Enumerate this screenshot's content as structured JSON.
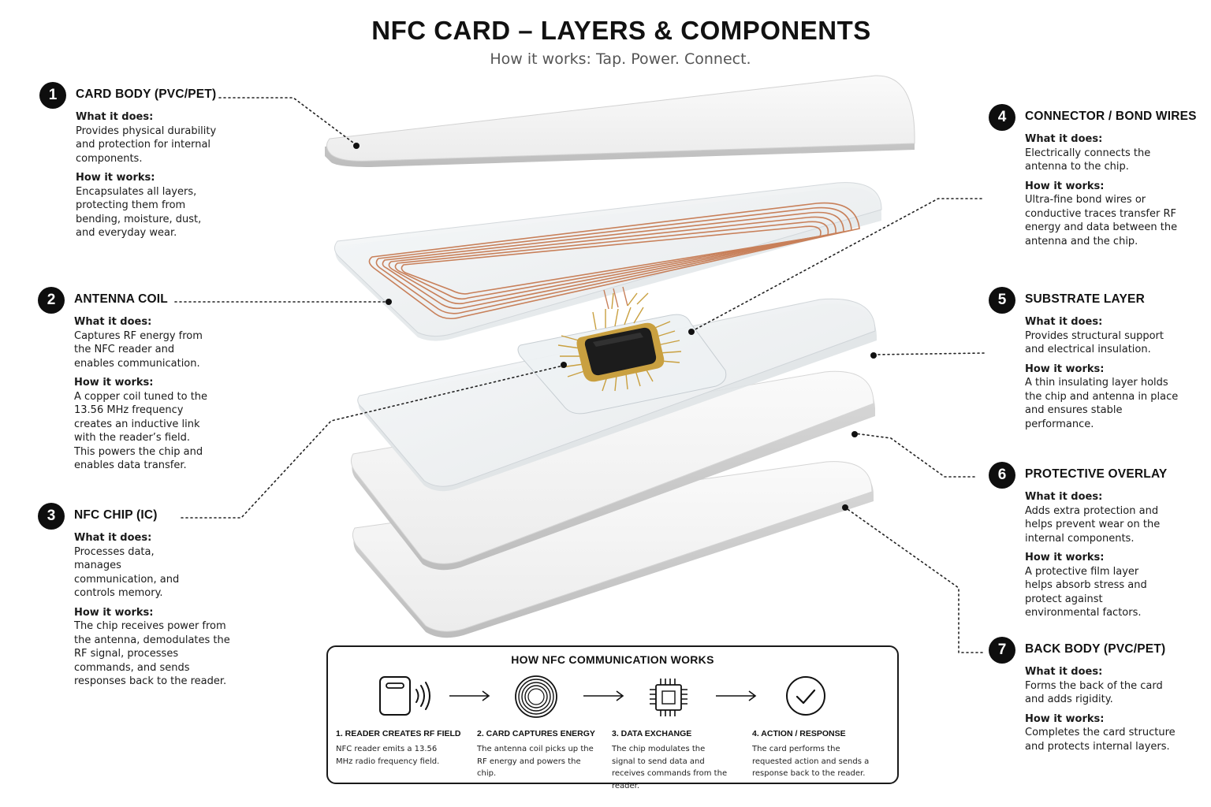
{
  "header": {
    "title": "NFC CARD – LAYERS & COMPONENTS",
    "subtitle": "How it works: Tap. Power. Connect."
  },
  "callouts": [
    {
      "number": "1",
      "title": "CARD BODY (PVC/PET)",
      "what_label": "What it does:",
      "what_text": "Provides physical durability and protection for internal components.",
      "how_label": "How it works:",
      "how_text": "Encapsulates all layers, protecting them from bending, moisture, dust, and everyday wear."
    },
    {
      "number": "2",
      "title": "ANTENNA COIL",
      "what_label": "What it does:",
      "what_text": "Captures RF energy from the NFC reader and enables communication.",
      "how_label": "How it works:",
      "how_text": "A copper coil tuned to the 13.56 MHz frequency creates an inductive link with the reader’s field. This powers the chip and enables data transfer."
    },
    {
      "number": "3",
      "title": "NFC CHIP (IC)",
      "what_label": "What it does:",
      "what_text": "Processes data, manages communication, and controls memory.",
      "how_label": "How it works:",
      "how_text": "The chip receives power from the antenna, demodulates the RF signal, processes commands, and sends responses back to the reader."
    },
    {
      "number": "4",
      "title": "CONNECTOR / BOND WIRES",
      "what_label": "What it does:",
      "what_text": "Electrically connects the antenna to the chip.",
      "how_label": "How it works:",
      "how_text": "Ultra-fine bond wires or conductive traces transfer RF energy and data between the antenna and the chip."
    },
    {
      "number": "5",
      "title": "SUBSTRATE LAYER",
      "what_label": "What it does:",
      "what_text": "Provides structural support and electrical insulation.",
      "how_label": "How it works:",
      "how_text": "A thin insulating layer holds the chip and antenna in place and ensures stable performance."
    },
    {
      "number": "6",
      "title": "PROTECTIVE OVERLAY",
      "what_label": "What it does:",
      "what_text": "Adds extra protection and helps prevent wear on the internal components.",
      "how_label": "How it works:",
      "how_text": "A protective film layer helps absorb stress and protect against environmental factors."
    },
    {
      "number": "7",
      "title": "BACK BODY (PVC/PET)",
      "what_label": "What it does:",
      "what_text": "Forms the back of the card and adds rigidity.",
      "how_label": "How it works:",
      "how_text": "Completes the card structure and protects internal layers."
    }
  ],
  "flow": {
    "title": "HOW NFC COMMUNICATION WORKS",
    "steps": [
      {
        "title": "1. READER CREATES RF FIELD",
        "desc": "NFC reader emits a 13.56 MHz radio frequency field.",
        "icon": "reader-icon"
      },
      {
        "title": "2. CARD CAPTURES ENERGY",
        "desc": "The antenna coil picks up the RF energy and powers the chip.",
        "icon": "coil-icon"
      },
      {
        "title": "3. DATA EXCHANGE",
        "desc": "The chip modulates the signal to send data and receives commands from the reader.",
        "icon": "chip-icon"
      },
      {
        "title": "4. ACTION / RESPONSE",
        "desc": "The card performs the requested action and sends a response back to the reader.",
        "icon": "checkmark-icon"
      }
    ]
  },
  "colors": {
    "copper": "#c8805a",
    "gold": "#c9a040",
    "chip": "#1c1c1c",
    "card": "#f3f3f3",
    "dark": "#0e0e0e"
  }
}
